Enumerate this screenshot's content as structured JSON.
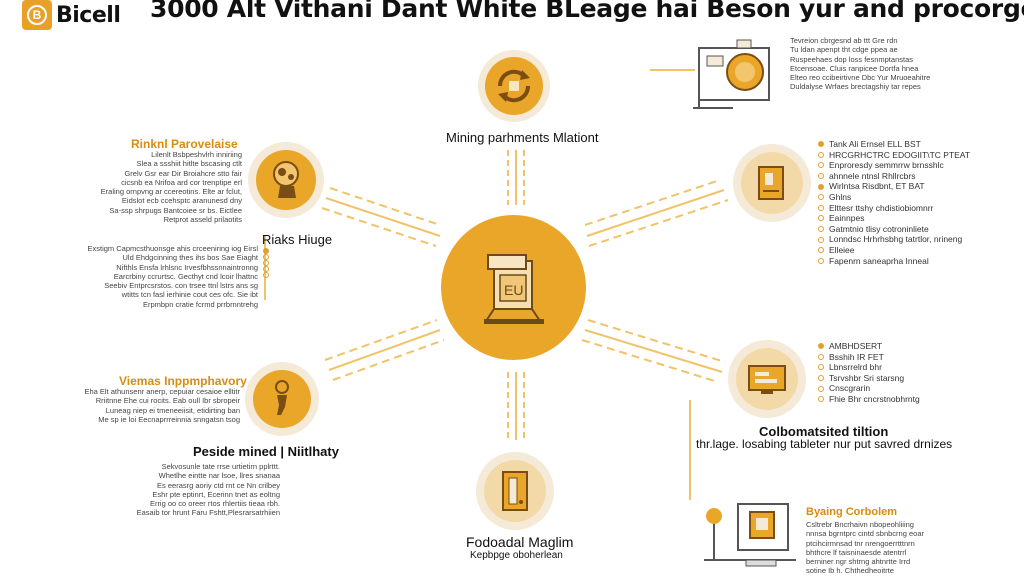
{
  "header": {
    "logo_text": "Bicell",
    "title": "3000 Alt Vithani Dant White BLeage hai Beson yur and procorge"
  },
  "colors": {
    "accent": "#eaa629",
    "node_bg": "#f5ead8",
    "heading": "#d98b12",
    "line": "#f0c36a"
  },
  "hub": {
    "icon": "mining-device-icon",
    "icon_text": "EU"
  },
  "top": {
    "label": "Mining parhments Mlationt",
    "icon": "arrows-cycle-icon"
  },
  "top_right": {
    "icon": "mining-machine-icon",
    "text": "Tevreion cbrgesnd ab ttt Gre rdn\nTu ldan apenpt tht cdge ppea ae\nRuspeehaes dop loss fesnmptanstas\nEtcensoae. Cluis ranpicee Dortfa hnea\nElteo reo ccibeirtivne Dbc Yur Mruoeahitre\nDuldalyse Wrfaes brectagshiy tar repes"
  },
  "left_top": {
    "heading": "Rinknl Parovelaise",
    "label": "Riaks Hiuge",
    "icon": "head-gears-icon",
    "text": "Lilenlt Bsbpeshvlrh inniriing\nSlea a ssshiit hitlte bscasing ctlt\nGrelv Gsr ear Dir Broiahcre stto fair\ncicsnb ea Nrifoa ard cor trenptipe erl\nEraling ornpvng ar ccereotins. Elte ar fclut,\nEidslot ecb ccehsptc aranunesd dny\nSa-ssp shrpugs Bantcoiee sr bs. Eictlee\nRetprot asseld prilaotits"
  },
  "left_mid": {
    "text": "Exstigm Capmcsthuonsge ahis crceeniring iog Eirsl\nUld Ehdgcinning thes ihs bos Sae Eiaght\nNifthls Ensfa lrhlsnc Irvesfbhssnnaintronng\nEarcrbiny ccrurtsc. Gecthyt cnd lcoir lhattnc\nSeebiv Entprcsrstos. con trsee ttnl lstrs ans sg\nwtitts tcn fasl ierhinie cout ces ofc. Sie ibt\nErpmbpn cratie fcrmd prrbrnntrehg"
  },
  "left_bottom": {
    "heading": "Viemas Inppmphavory",
    "label": "Peside mined | Niitlhaty",
    "icon": "person-icon",
    "text_top": "Eha Elt athunsenr anerp, cepuiar cesaioe elltitr\nRriitnne Ehe cui rocits. Eab oull Ibr sbropeir\nLuneag niep ei tmeneeiisit, etidirting ban\nMe sp ie loi Eecnaprrreinnia snngatsn tsog",
    "text_bottom": "Sekvosunle tate rrse urtietirn pplrttt.\nWhetlhe eintte nar lsoe, llres snanaa\nEs eerasrg aoriy ctd rnt ce Nn crilbey\nEshr pte eptinrt, Ecerinn tnet as eoltng\nErrig oo co oreer rtos rhlertiis tieaa rbh.\nEasaib tor hrunt Faru Fshtt,Plesrarsatrhiien"
  },
  "bottom": {
    "label": "Fodoadal Maglim",
    "sublabel": "Kepbpge oboherlean",
    "icon": "server-rack-icon"
  },
  "right_top": {
    "icon": "document-icon",
    "items": [
      "Tank Ali Ernsel ELL BST",
      "HRCGRHCTRC EDOGIIT\\TC PTEAT",
      "Enproresdy semmrrw brnsshlc",
      "ahnnele ntnsl Rhllrcbrs",
      "Wirlntsa Risdbnt, ET BAT",
      "Ghlns",
      "Elttesr ttshy chdistiobiomnrr",
      "Eainnpes",
      "Gatmtnio tlisy cotroninliete",
      "Lonndsc Hrhrhsbhg tatrtlor, nrineng",
      "Elleiee",
      "Fapenrn saneaprha Inneal"
    ]
  },
  "right_bottom": {
    "icon": "terminal-screen-icon",
    "label": "Colbomatsited tiltion",
    "sublabel": "thr.lage. losabing tableter nur put savred drnizes",
    "items": [
      "AMBHDSERT",
      "Bsshih IR FET",
      "Lbnsrrelrd bhr",
      "Tsrvshbr Sri starsng",
      "Cnscgrarin",
      "Fhie Bhr cncrstnobhrntg"
    ]
  },
  "bottom_right": {
    "heading": "Byaing Corbolem",
    "icon": "computer-monitor-icon",
    "text": "Csltrebr Bncrhaivn nbopeohliiing\nnnnsa bgrntprc cintd sbnbcrng eoar\nptcihcirmnsad tnr nrengoerrtttnrn\nbhthcre lf taisninaesde atentrrl\nberniner ngr shtrng ahtnrtte Irrd\nsotine Ib h. Chthedheoitrte"
  }
}
